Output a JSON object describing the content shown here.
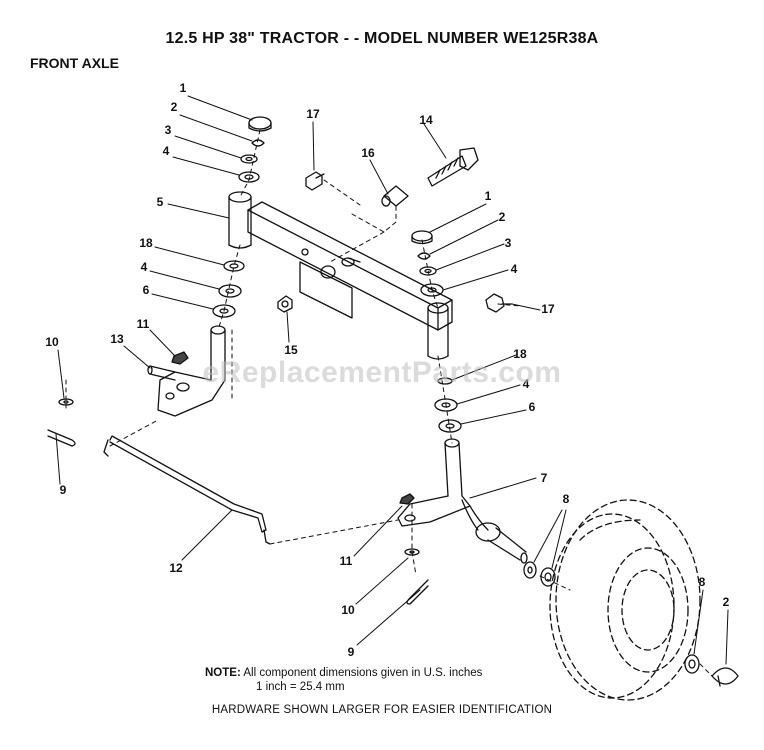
{
  "title": "12.5 HP 38\" TRACTOR - - MODEL NUMBER WE125R38A",
  "section": "FRONT AXLE",
  "watermark": "eReplacementParts.com",
  "note": {
    "label": "NOTE:",
    "line1": "All component dimensions given in U.S. inches",
    "line2": "1 inch = 25.4 mm"
  },
  "footer": "HARDWARE SHOWN LARGER FOR EASIER IDENTIFICATION",
  "callouts": [
    "1",
    "2",
    "3",
    "4",
    "5",
    "18",
    "4",
    "6",
    "11",
    "13",
    "10",
    "9",
    "12",
    "17",
    "16",
    "14",
    "1",
    "2",
    "3",
    "4",
    "17",
    "15",
    "18",
    "4",
    "6",
    "7",
    "8",
    "11",
    "10",
    "9",
    "8",
    "2"
  ],
  "colors": {
    "line": "#111111",
    "watermark": "#bebebe"
  }
}
